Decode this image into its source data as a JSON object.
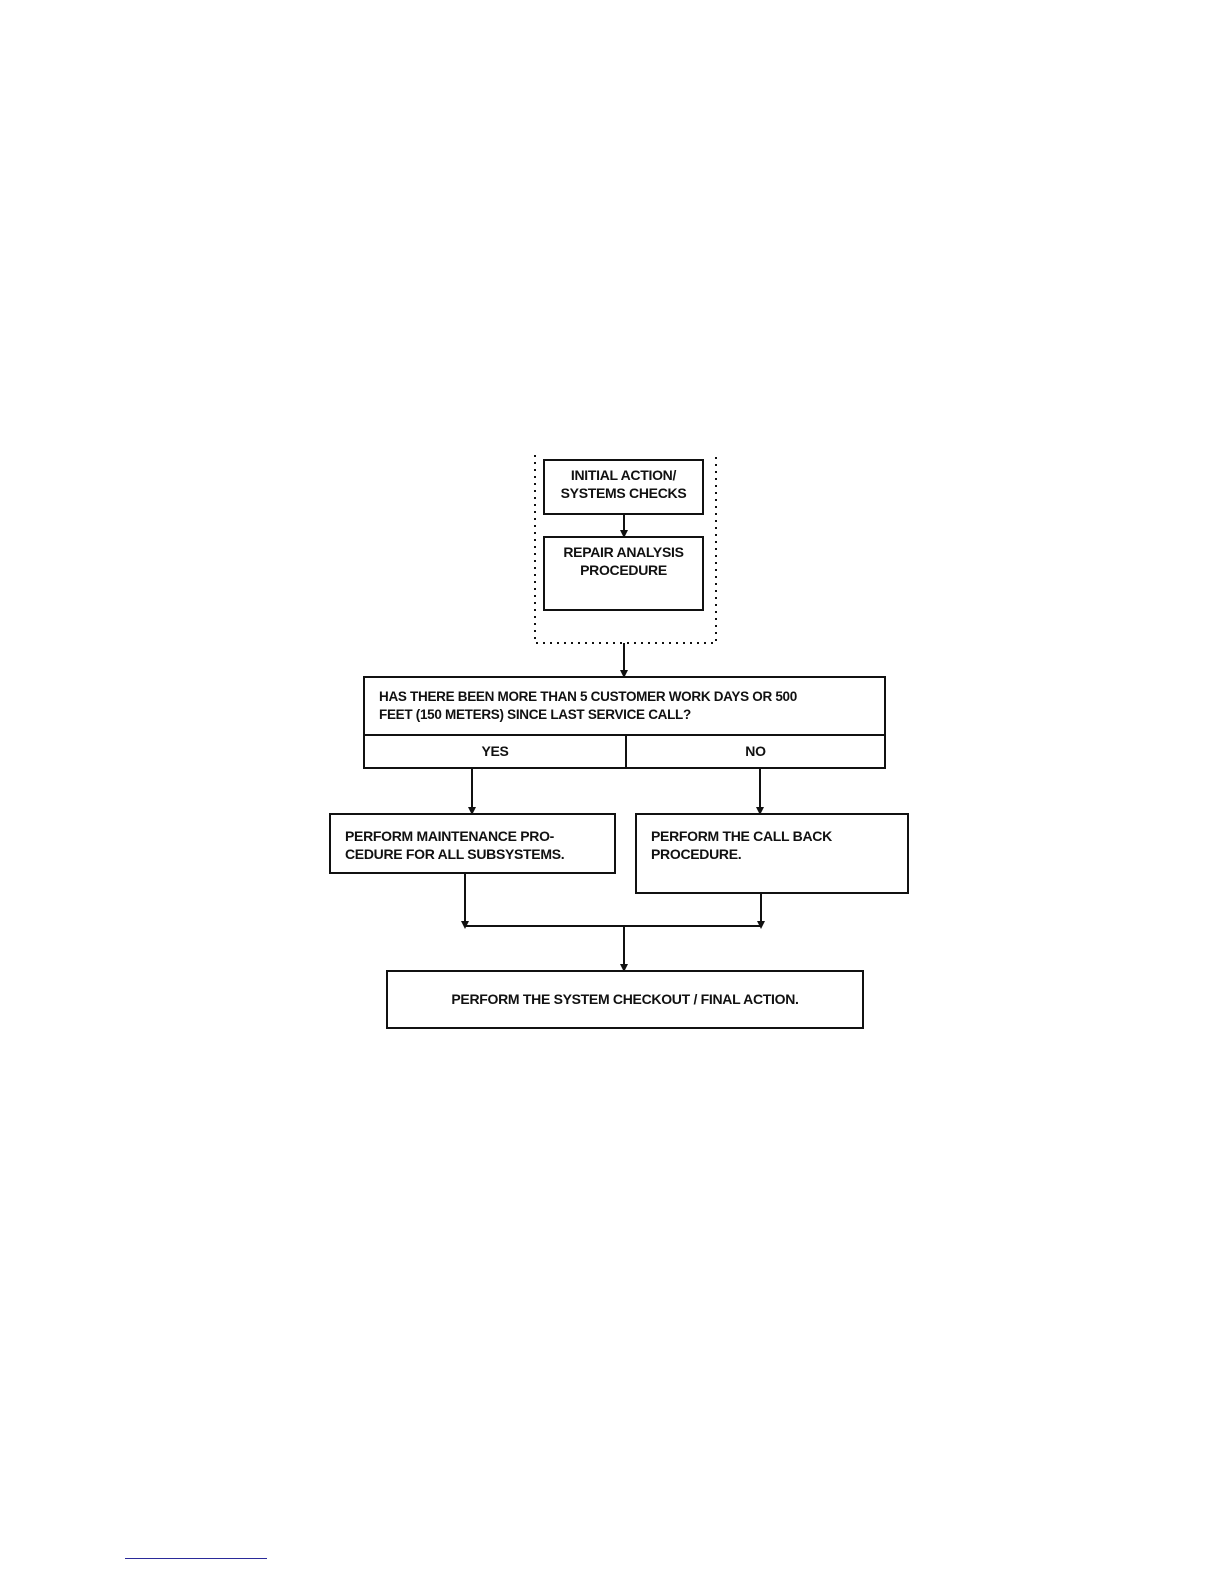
{
  "flowchart": {
    "initial_action": {
      "line1": "INITIAL ACTION/",
      "line2": "SYSTEMS CHECKS"
    },
    "repair_analysis": {
      "line1": "REPAIR ANALYSIS",
      "line2": "PROCEDURE"
    },
    "decision": {
      "line1": "HAS THERE BEEN MORE THAN 5 CUSTOMER WORK DAYS OR 500",
      "line2": "FEET (150 METERS) SINCE LAST SERVICE CALL?",
      "yes_label": "YES",
      "no_label": "NO"
    },
    "maintenance": {
      "line1": "PERFORM MAINTENANCE PRO-",
      "line2": "CEDURE FOR ALL SUBSYSTEMS."
    },
    "call_back": {
      "line1": "PERFORM THE CALL BACK",
      "line2": "PROCEDURE."
    },
    "final": {
      "line1": "PERFORM THE SYSTEM CHECKOUT / FINAL ACTION."
    }
  },
  "colors": {
    "ink": "#111111",
    "footnote_rule": "#2a2a9a"
  }
}
